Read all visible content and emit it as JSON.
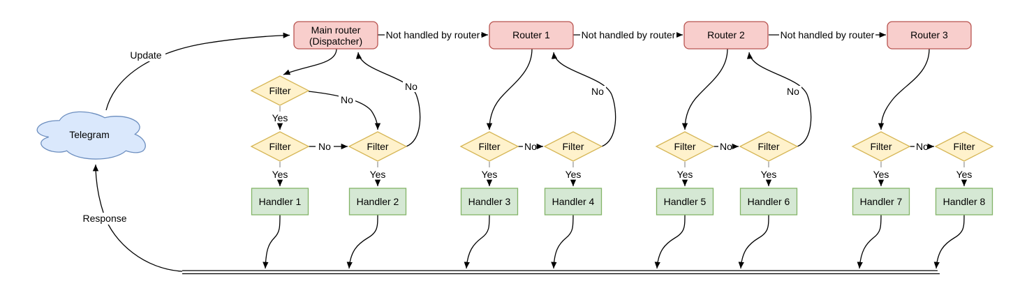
{
  "colors": {
    "router_fill": "#f8cecc",
    "router_stroke": "#b85450",
    "filter_fill": "#fff2cc",
    "filter_stroke": "#d6b656",
    "handler_fill": "#d5e8d4",
    "handler_stroke": "#82b366",
    "cloud_fill": "#dae8fc",
    "cloud_stroke": "#6c8ebf",
    "edge": "#000000",
    "edge_stub_gray": "#999999"
  },
  "cloud": {
    "label": "Telegram"
  },
  "edge_labels": {
    "update": "Update",
    "response": "Response",
    "not_handled": "Not handled by router",
    "yes": "Yes",
    "no": "No"
  },
  "nodes": {
    "routers": [
      {
        "line1": "Main router",
        "line2": "(Dispatcher)"
      },
      {
        "line1": "Router 1",
        "line2": ""
      },
      {
        "line1": "Router 2",
        "line2": ""
      },
      {
        "line1": "Router 3",
        "line2": ""
      }
    ],
    "filter_label": "Filter",
    "handlers": [
      "Handler 1",
      "Handler 2",
      "Handler 3",
      "Handler 4",
      "Handler 5",
      "Handler 6",
      "Handler 7",
      "Handler 8"
    ]
  }
}
